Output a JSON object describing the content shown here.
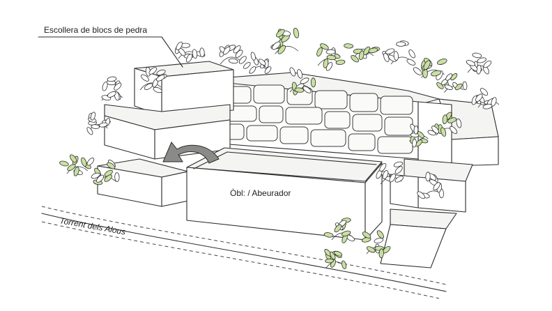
{
  "labels": {
    "wall": "Escollera de blocs de pedra",
    "trough": "Òbl: / Abeurador",
    "stream": "Torrent dels Alous"
  },
  "colors": {
    "leaf_green": "#c9e0a2",
    "ink": "#2b2b2b",
    "arrow_gray": "#8a8a88"
  }
}
